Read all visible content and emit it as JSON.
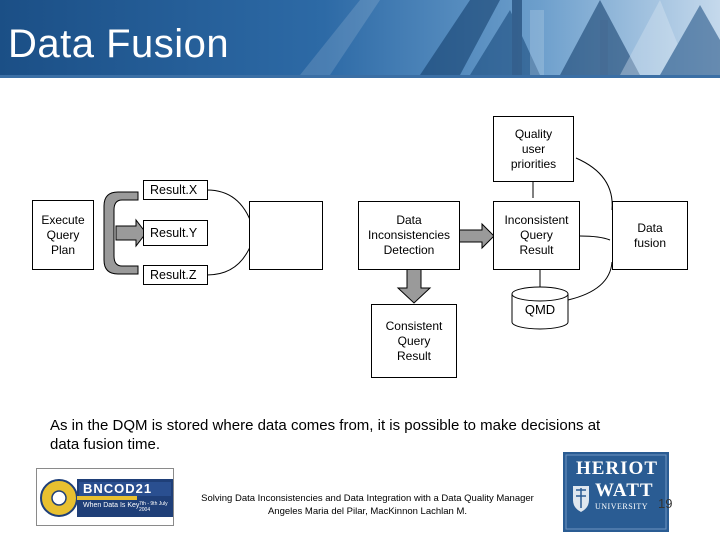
{
  "slide": {
    "title": "Data Fusion",
    "page_number": "19",
    "caption": "As in the DQM is stored where data comes from, it is possible to make decisions at data fusion time."
  },
  "diagram": {
    "execute_plan": "Execute\nQuery\nPlan",
    "result_x": "Result.X",
    "result_y": "Result.Y",
    "result_z": "Result.Z",
    "join_icon": "bowtie-join-icon",
    "detection": "Data\nInconsistencies\nDetection",
    "inconsistent": "Inconsistent\nQuery\nResult",
    "quality": "Quality\nuser\npriorities",
    "fusion": "Data\nfusion",
    "consistent": "Consistent\nQuery\nResult",
    "qmd": "QMD"
  },
  "footer": {
    "line1": "Solving Data Inconsistencies and Data Integration with a Data Quality Manager",
    "line2": "Angeles Maria del Pilar, MacKinnon Lachlan M.",
    "left_logo": {
      "name": "BNCOD21",
      "tagline": "When Data Is Key",
      "dates": "7th - 9th July 2004"
    },
    "right_logo": {
      "line1": "HERIOT",
      "line2": "WATT",
      "line3": "UNIVERSITY"
    }
  },
  "colors": {
    "header_blue": "#1b4f86",
    "arrow_gray": "#9a9a9a",
    "logo_yellow": "#e8c030",
    "logo_navy": "#1f3f78"
  }
}
